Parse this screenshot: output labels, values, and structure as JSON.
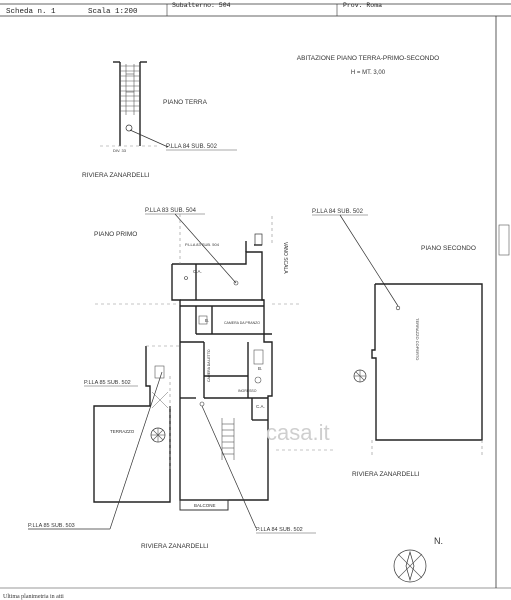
{
  "header": {
    "scheda": "Scheda n. 1",
    "scala": "Scala 1:200",
    "subalterno": "Subalterno: 504",
    "provincia": "Prov. Roma"
  },
  "title": {
    "line1": "ABITAZIONE PIANO TERRA-PRIMO-SECONDO",
    "line2": "H = MT. 3,00"
  },
  "floors": {
    "terra": "PIANO TERRA",
    "primo": "PIANO PRIMO",
    "secondo": "PIANO SECONDO"
  },
  "streets": {
    "top": "RIVIERA ZANARDELLI",
    "bottom_left": "RIVIERA ZANARDELLI",
    "bottom_right": "RIVIERA ZANARDELLI"
  },
  "parcels": {
    "p84_502_top": "P.LLA 84 SUB. 502",
    "p83_504": "P.LLA 83 SUB. 504",
    "p84_502_right": "P.LLA 84 SUB. 502",
    "p85_502": "P.LLA 85 SUB. 502",
    "p85_503": "P.LLA 85 SUB. 503",
    "p84_502_bottom": "P.LLA 84 SUB. 502",
    "p83_504_small": "P.LLA 83 SUB. 504"
  },
  "rooms": {
    "vano_scala": "VANO SCALA",
    "ca_upper": "C.A.",
    "ca_lower": "C.A.",
    "bagno": "B.",
    "cucina": "CAMERA DA PRANZO",
    "camera_letto": "CAMERA DA LETTO",
    "ingresso": "INGRESSO",
    "terrazzo_left": "TERRAZZO",
    "terrazzo_right": "TERRAZZO COPERTO",
    "balcone": "BALCONE",
    "b2": "B.",
    "stair_tag": "DIV. 33"
  },
  "north": "N.",
  "watermark": "casa.it",
  "footer": "Ultima planimetria in atti"
}
